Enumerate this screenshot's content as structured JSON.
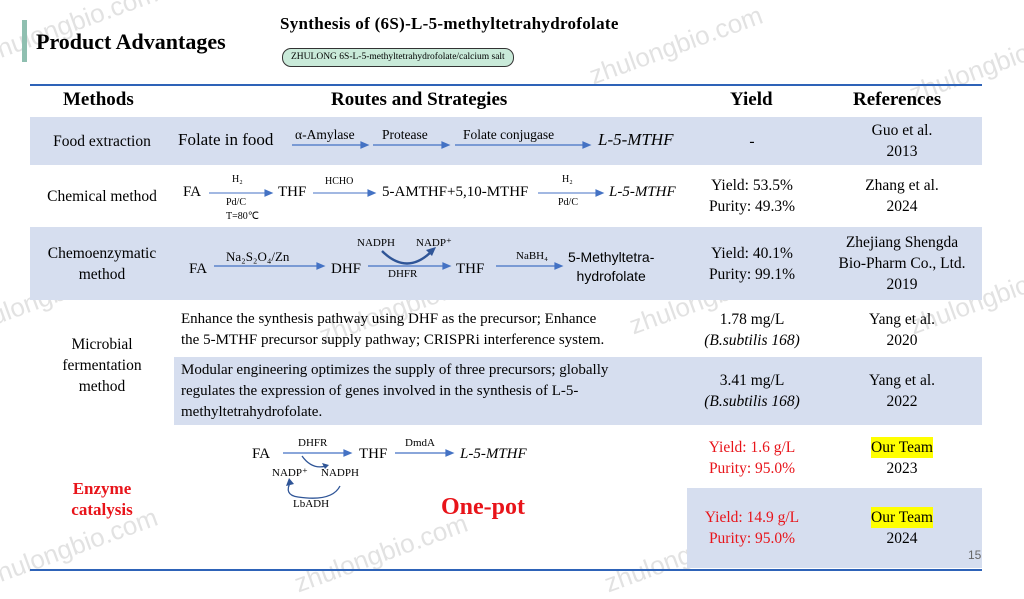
{
  "header": {
    "title": "Product Advantages",
    "subtitle": "Synthesis of (6S)-L-5-methyltetrahydrofolate",
    "tag": "ZHULONG 6S-L-5-methyltetrahydrofolate/calcium salt"
  },
  "columns": {
    "methods": "Methods",
    "routes": "Routes and Strategies",
    "yield": "Yield",
    "refs": "References"
  },
  "rows": {
    "food": {
      "method": "Food extraction",
      "start": "Folate in food",
      "enz1": "α-Amylase",
      "enz2": "Protease",
      "enz3": "Folate conjugase",
      "end": "L-5-MTHF",
      "yield": "-",
      "ref1": "Guo et al.",
      "ref2": "2013"
    },
    "chem": {
      "method": "Chemical method",
      "fa": "FA",
      "h2a": "H₂",
      "pdc1": "Pd/C",
      "temp": "T=80℃",
      "thf": "THF",
      "hcho": "HCHO",
      "mid": "5-AMTHF+5,10-MTHF",
      "h2b": "H₂",
      "pdc2": "Pd/C",
      "end": "L-5-MTHF",
      "yield1": "Yield: 53.5%",
      "yield2": "Purity: 49.3%",
      "ref1": "Zhang et al.",
      "ref2": "2024"
    },
    "chemoenz": {
      "method1": "Chemoenzymatic",
      "method2": "method",
      "fa": "FA",
      "reagent": "Na₂S₂O₄/Zn",
      "dhf": "DHF",
      "nadph": "NADPH",
      "nadp": "NADP⁺",
      "dhfr": "DHFR",
      "thf": "THF",
      "nabh": "NaBH₄",
      "prod1": "5-Methyltetra-",
      "prod2": "hydrofolate",
      "yield1": "Yield: 40.1%",
      "yield2": "Purity: 99.1%",
      "ref1": "Zhejiang Shengda",
      "ref2": "Bio-Pharm Co., Ltd.",
      "ref3": "2019"
    },
    "microbial": {
      "method1": "Microbial",
      "method2": "fermentation",
      "method3": "method",
      "text_a1": "Enhance the synthesis pathway using DHF as the precursor; Enhance",
      "text_a2": "the 5-MTHF precursor supply pathway; CRISPRi interference system.",
      "yield_a1": "1.78 mg/L",
      "yield_a2": "(B.subtilis 168)",
      "ref_a1": "Yang et al.",
      "ref_a2": "2020",
      "text_b1": "Modular engineering optimizes the supply of three precursors; globally",
      "text_b2": "regulates the expression of genes involved in the synthesis of L-5-",
      "text_b3": "methyltetrahydrofolate.",
      "yield_b1": "3.41 mg/L",
      "yield_b2": "(B.subtilis 168)",
      "ref_b1": "Yang et al.",
      "ref_b2": "2022"
    },
    "enzyme": {
      "method1": "Enzyme",
      "method2": "catalysis",
      "fa": "FA",
      "dhfr": "DHFR",
      "thf": "THF",
      "dmda": "DmdA",
      "end": "L-5-MTHF",
      "nadp": "NADP⁺",
      "nadph": "NADPH",
      "lbadh": "LbADH",
      "onepot": "One-pot",
      "yield_a1": "Yield: 1.6 g/L",
      "yield_a2": "Purity: 95.0%",
      "ref_a1": "Our Team",
      "ref_a2": "2023",
      "yield_b1": "Yield: 14.9 g/L",
      "yield_b2": "Purity: 95.0%",
      "ref_b1": "Our Team",
      "ref_b2": "2024"
    }
  },
  "page_number": "15",
  "watermark": "zhulongbio.com",
  "colors": {
    "band": "#d6deef",
    "rule": "#2e63b8",
    "arrow": "#4472c4",
    "red": "#e8141a",
    "highlight": "#ffff00"
  }
}
